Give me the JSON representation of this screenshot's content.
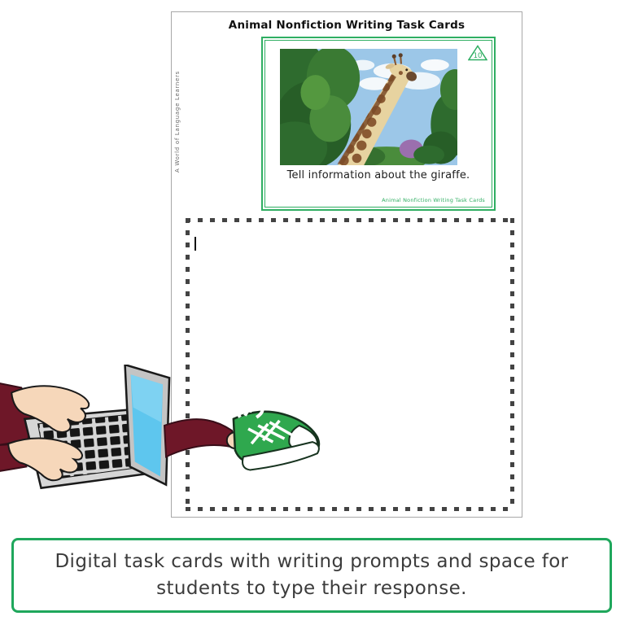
{
  "page": {
    "title": "Animal Nonfiction Writing Task Cards",
    "side_credit": "A World of Language Learners"
  },
  "task_card": {
    "number": "10",
    "prompt": "Tell information about the giraffe.",
    "footer_credit": "Animal Nonfiction Writing Task Cards"
  },
  "banner": {
    "line1": "Digital task cards with writing prompts and space for",
    "line2": "students to type their response."
  },
  "colors": {
    "card_border_green": "#2fae62",
    "banner_border_green": "#1fa75c",
    "dotted_border_gray": "#434343",
    "sneaker_green": "#2fa84e",
    "laptop_screen_blue": "#5ec6ee"
  }
}
